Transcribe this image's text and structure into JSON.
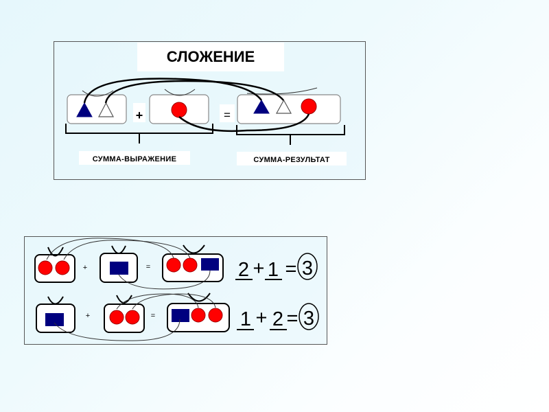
{
  "top_diagram": {
    "title": "СЛОЖЕНИЕ",
    "plus": "+",
    "equals": "=",
    "label_expression": "СУММА-ВЫРАЖЕНИЕ",
    "label_result": "СУММА-РЕЗУЛЬТАТ",
    "group1": [
      "filled-triangle",
      "outline-triangle"
    ],
    "group2": [
      "red-circle"
    ],
    "result": [
      "filled-triangle",
      "outline-triangle",
      "red-circle"
    ]
  },
  "bottom_diagram": {
    "rows": [
      {
        "group1": [
          "red-circle",
          "red-circle"
        ],
        "plus": "+",
        "group2": [
          "blue-rectangle"
        ],
        "equals": "=",
        "result": [
          "red-circle",
          "red-circle",
          "blue-rectangle"
        ],
        "equation": {
          "a": "2",
          "op": "+",
          "b": "1",
          "eq": "=",
          "sum": "3"
        }
      },
      {
        "group1": [
          "blue-rectangle"
        ],
        "plus": "+",
        "group2": [
          "red-circle",
          "red-circle"
        ],
        "equals": "=",
        "result": [
          "blue-rectangle",
          "red-circle",
          "red-circle"
        ],
        "equation": {
          "a": "1",
          "op": "+",
          "b": "2",
          "eq": "=",
          "sum": "3"
        }
      }
    ]
  },
  "colors": {
    "navy": "#00007f",
    "red": "#ff0000",
    "line": "#000000",
    "box_fill": "#ffffff"
  }
}
